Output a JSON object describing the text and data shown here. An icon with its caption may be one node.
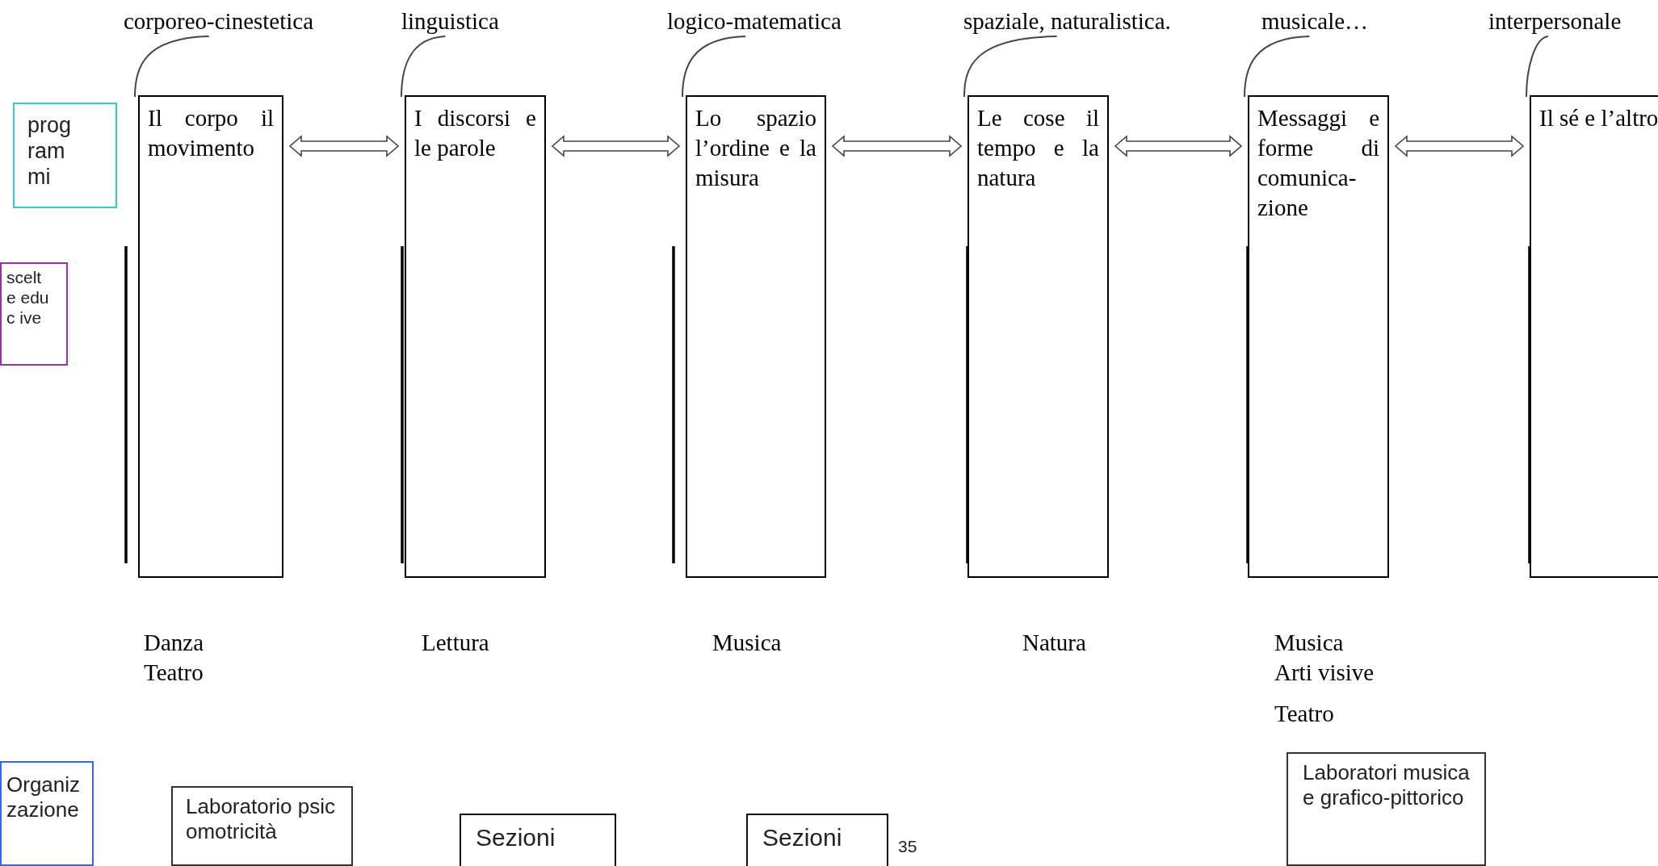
{
  "diagram": {
    "nodes": [
      {
        "text": [
          "corporeo-cinestetica"
        ]
      },
      {
        "text": [
          "linguistica"
        ]
      },
      {
        "text": [
          "logico-matematica"
        ]
      },
      {
        "text": [
          "spaziale, naturalistica."
        ]
      },
      {
        "text": [
          "musicale…"
        ]
      },
      {
        "text": [
          "interpersonale"
        ]
      },
      {
        "text": [
          "programmi"
        ]
      },
      {
        "text": [
          "Il corpo il movimento"
        ]
      },
      {
        "text": [
          "I discorsi e le parole"
        ]
      },
      {
        "text": [
          "Lo spazio l’ordine e la misura"
        ]
      },
      {
        "text": [
          "Le cose il tempo e la natura"
        ]
      },
      {
        "text": [
          "Messaggi e forme di comunica-zione"
        ]
      },
      {
        "text": [
          "Il sé e l’altro"
        ]
      },
      {
        "text": [
          "scelt e educ ive"
        ]
      },
      {
        "text": [
          "Organiz zazione"
        ]
      },
      {
        "text": [
          "Laboratorio psicomotricità"
        ]
      },
      {
        "text": [
          "Sezioni"
        ]
      },
      {
        "text": [
          "Sezioni"
        ]
      },
      {
        "text": [
          "Laboratori musica e grafico-pittorico"
        ]
      }
    ],
    "edges": [
      {
        "from": 0,
        "to": 7,
        "arrow": "none"
      },
      {
        "from": 1,
        "to": 8,
        "arrow": "none"
      },
      {
        "from": 2,
        "to": 9,
        "arrow": "none"
      },
      {
        "from": 3,
        "to": 10,
        "arrow": "none"
      },
      {
        "from": 4,
        "to": 11,
        "arrow": "none"
      },
      {
        "from": 5,
        "to": 12,
        "arrow": "none"
      },
      {
        "from": 7,
        "to": 8,
        "arrow": "both"
      },
      {
        "from": 8,
        "to": 9,
        "arrow": "both"
      },
      {
        "from": 9,
        "to": 10,
        "arrow": "both"
      },
      {
        "from": 10,
        "to": 11,
        "arrow": "both"
      },
      {
        "from": 11,
        "to": 12,
        "arrow": "both"
      }
    ],
    "labels": [
      "Danza",
      "Teatro",
      "Lettura",
      "Musica",
      "Natura",
      "Musica",
      "Arti visive",
      "Teatro",
      "35"
    ]
  }
}
